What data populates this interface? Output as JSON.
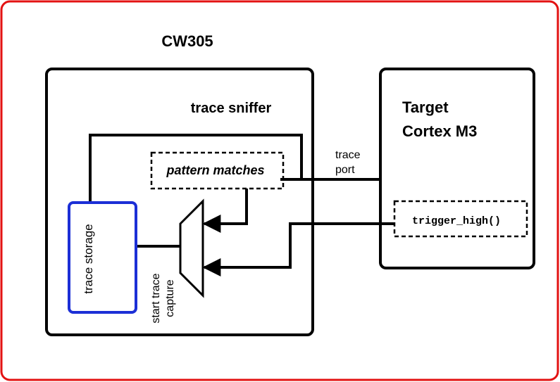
{
  "diagram": {
    "outer_label": "CW305",
    "sniffer_label": "trace sniffer",
    "target_label_line1": "Target",
    "target_label_line2": "Cortex M3",
    "pattern_label": "pattern matches",
    "trace_storage_label": "trace storage",
    "start_capture_line1": "start trace",
    "start_capture_line2": "capture",
    "trace_port_line1": "trace",
    "trace_port_line2": "port",
    "trigger_label": "trigger_high()"
  },
  "colors": {
    "frame": "#e31212",
    "storage_border": "#1c2fd6",
    "stroke": "#000000"
  }
}
